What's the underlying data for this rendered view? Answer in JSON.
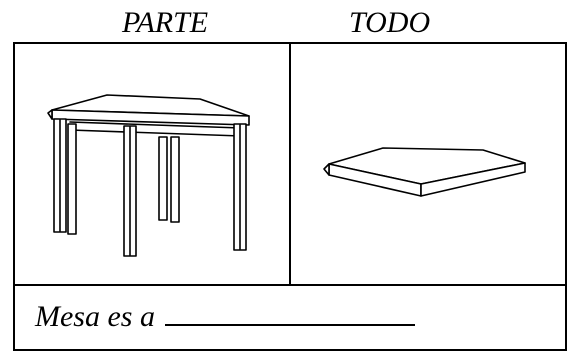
{
  "header": {
    "left_label": "PARTE",
    "right_label": "TODO"
  },
  "images": {
    "left": "table-with-legs",
    "right": "tabletop-slab"
  },
  "sentence": {
    "text": "Mesa es a",
    "answer": ""
  }
}
